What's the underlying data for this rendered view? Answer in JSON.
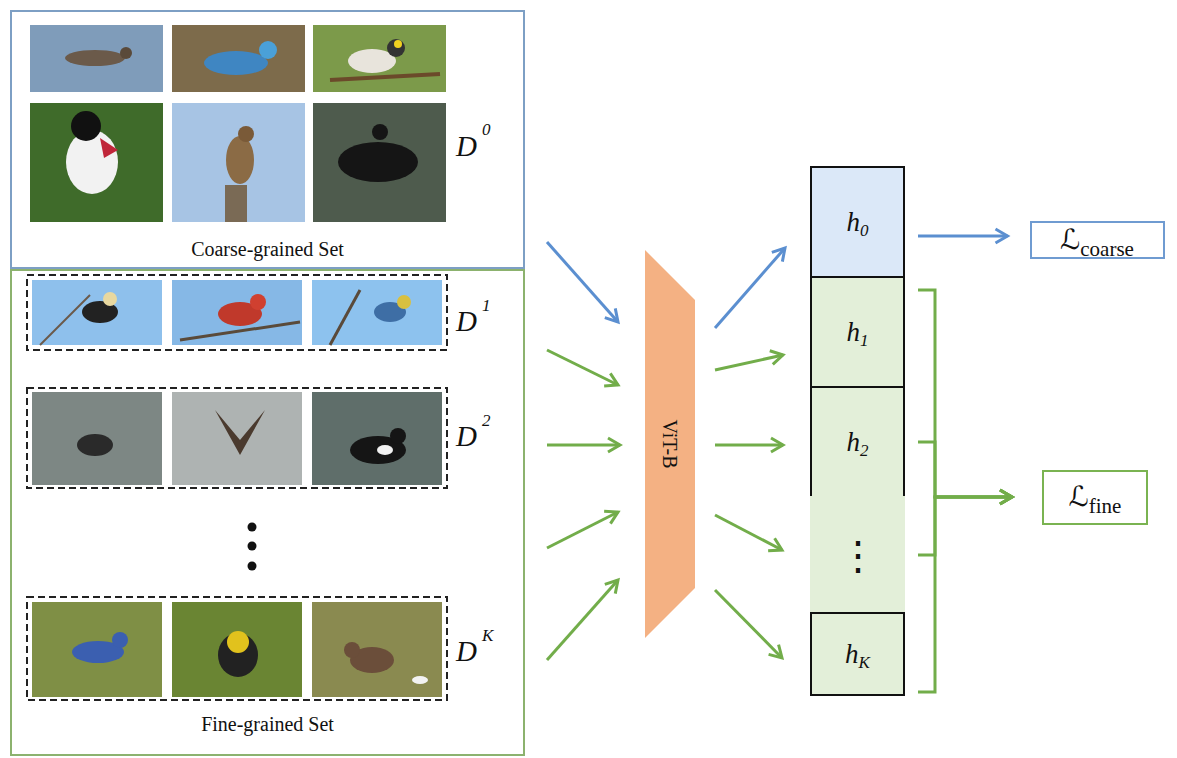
{
  "diagram": {
    "nodes": [
      {
        "text": [
          "Coarse-grained Set"
        ]
      },
      {
        "text": [
          "Fine-grained Set"
        ]
      },
      {
        "text": [
          "ViT-B"
        ]
      },
      {
        "text": [
          "h",
          "0"
        ]
      },
      {
        "text": [
          "h",
          "1"
        ]
      },
      {
        "text": [
          "h",
          "2"
        ]
      },
      {
        "text": [
          "⋮"
        ]
      },
      {
        "text": [
          "h",
          "K"
        ]
      },
      {
        "text": [
          "ℒ",
          "coarse"
        ]
      },
      {
        "text": [
          "ℒ",
          "fine"
        ]
      }
    ],
    "edges": [
      {
        "from": 0,
        "to": 2,
        "arrow": "to"
      },
      {
        "from": 1,
        "to": 2,
        "arrow": "to"
      },
      {
        "from": 1,
        "to": 2,
        "arrow": "to"
      },
      {
        "from": 1,
        "to": 2,
        "arrow": "to"
      },
      {
        "from": 1,
        "to": 2,
        "arrow": "to"
      },
      {
        "from": 2,
        "to": 3,
        "arrow": "to"
      },
      {
        "from": 2,
        "to": 4,
        "arrow": "to"
      },
      {
        "from": 2,
        "to": 5,
        "arrow": "to"
      },
      {
        "from": 2,
        "to": 6,
        "arrow": "to"
      },
      {
        "from": 2,
        "to": 7,
        "arrow": "to"
      },
      {
        "from": 3,
        "to": 8,
        "arrow": "to"
      },
      {
        "from": 4,
        "to": 9,
        "arrow": "to"
      },
      {
        "from": 5,
        "to": 9,
        "arrow": "to"
      },
      {
        "from": 6,
        "to": 9,
        "arrow": "to"
      },
      {
        "from": 7,
        "to": 9,
        "arrow": "to"
      }
    ],
    "labels": [
      "D",
      "0",
      "D",
      "1",
      "D",
      "2",
      "D",
      "K"
    ]
  }
}
